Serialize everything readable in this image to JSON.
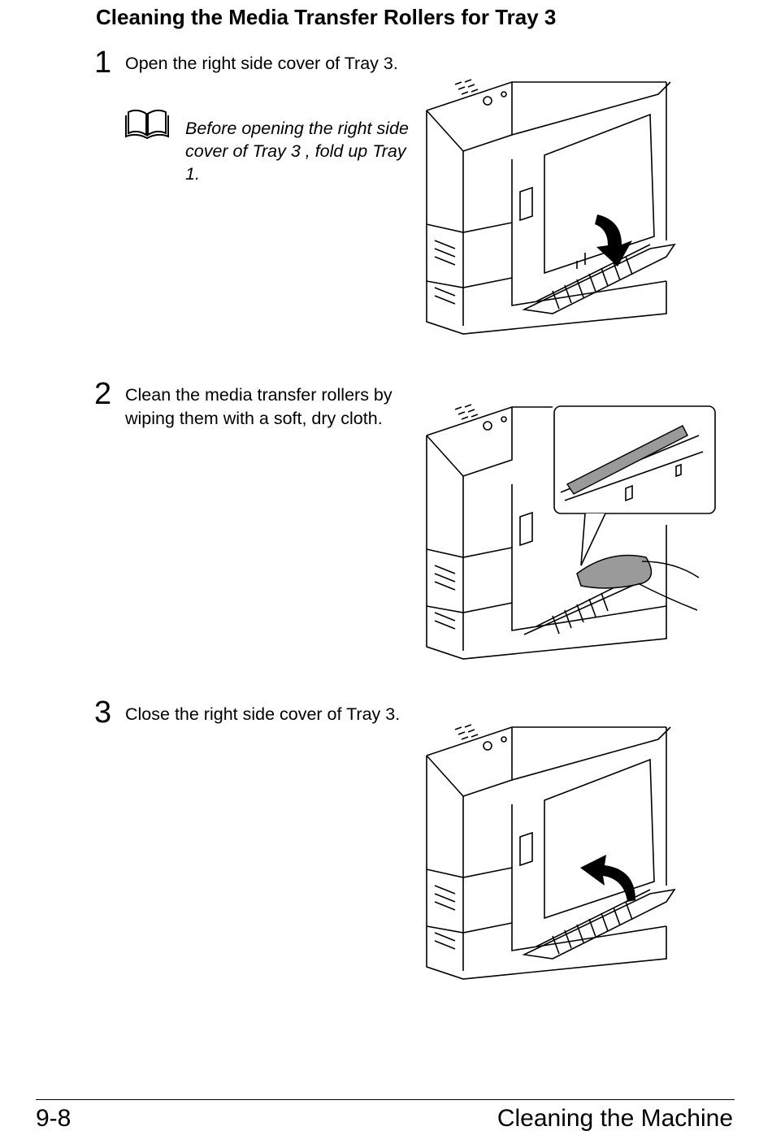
{
  "title": "Cleaning the Media Transfer Rollers for Tray 3",
  "steps": [
    {
      "number": "1",
      "text": "Open the right side cover of Tray 3."
    },
    {
      "number": "2",
      "text": "Clean the media transfer rollers by wiping them with a soft, dry cloth."
    },
    {
      "number": "3",
      "text": "Close the right side cover of Tray 3."
    }
  ],
  "note": {
    "icon": "book-icon",
    "text": "Before opening the right side cover of Tray 3 , fold up Tray 1."
  },
  "footer": {
    "page_number": "9-8",
    "section": "Cleaning the Machine"
  }
}
